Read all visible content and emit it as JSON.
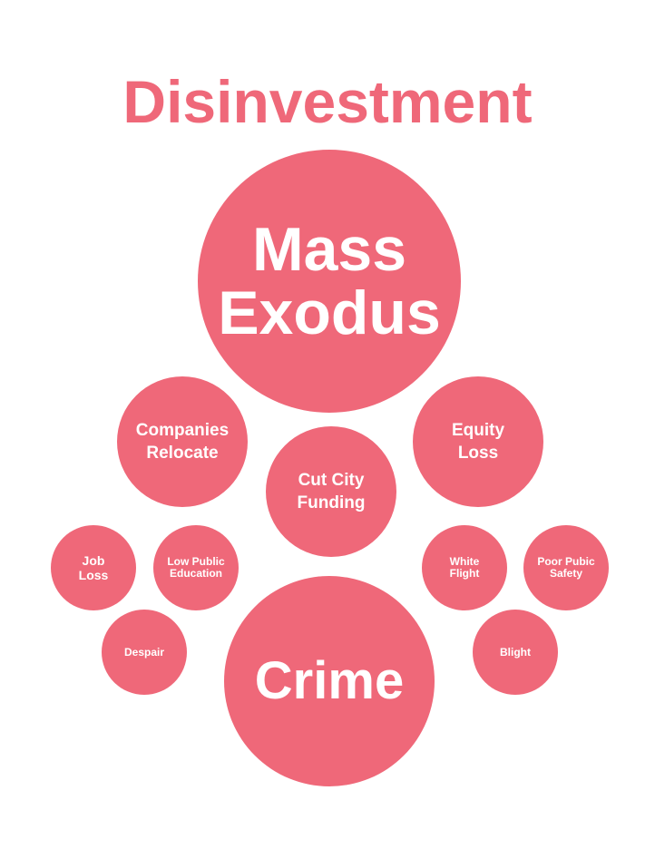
{
  "title": "Disinvestment",
  "accent_color": "#ef6879",
  "nodes": {
    "mass_exodus": "Mass\nExodus",
    "companies_relocate": "Companies\nRelocate",
    "cut_city_funding": "Cut City\nFunding",
    "equity_loss": "Equity\nLoss",
    "job_loss": "Job\nLoss",
    "low_public_education": "Low Public\nEducation",
    "despair": "Despair",
    "crime": "Crime",
    "white_flight": "White\nFlight",
    "poor_pubic_safety": "Poor Pubic\nSafety",
    "blight": "Blight"
  }
}
